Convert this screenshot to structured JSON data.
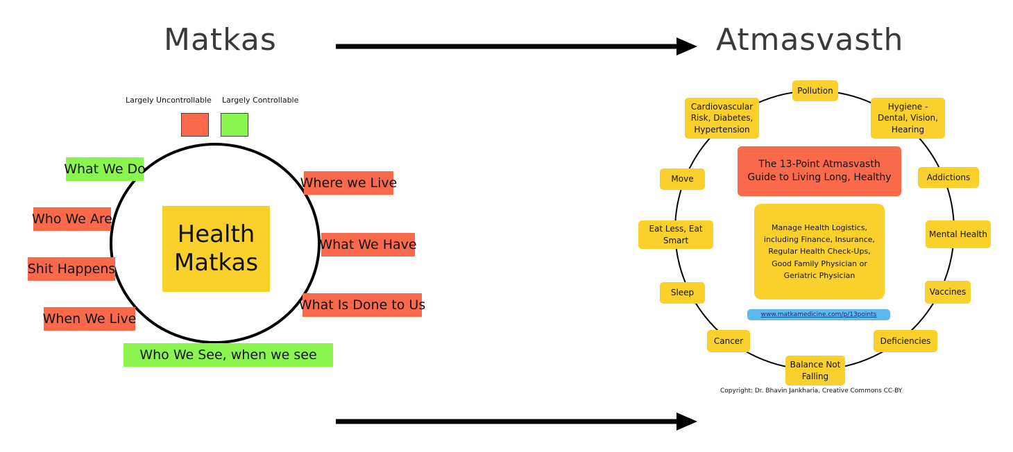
{
  "titles": {
    "left": "Matkas",
    "right": "Atmasvasth"
  },
  "legend": {
    "uncontrollable": {
      "label": "Largely Uncontrollable",
      "color": "#f96a4c"
    },
    "controllable": {
      "label": "Largely Controllable",
      "color": "#8af54f"
    }
  },
  "matkas": {
    "center_line1": "Health",
    "center_line2": "Matkas",
    "items": [
      {
        "label": "What We Do",
        "status": "controllable"
      },
      {
        "label": "Where we Live",
        "status": "uncontrollable"
      },
      {
        "label": "Who We Are",
        "status": "uncontrollable"
      },
      {
        "label": "What We Have",
        "status": "uncontrollable"
      },
      {
        "label": "Shit Happens",
        "status": "uncontrollable"
      },
      {
        "label": "What Is Done to Us",
        "status": "uncontrollable"
      },
      {
        "label": "When We Live",
        "status": "uncontrollable"
      },
      {
        "label": "Who We See, when we see",
        "status": "controllable"
      }
    ]
  },
  "atmasvasth": {
    "guide_title": "The 13-Point Atmasvasth Guide to Living Long, Healthy",
    "guide_body": "Manage Health Logistics, including Finance, Insurance, Regular Health Check-Ups, Good Family Physician or Geriatric Physician",
    "link": "www.matkamedicine.com/p/13points",
    "nodes": [
      {
        "label": "Pollution"
      },
      {
        "label": "Hygiene - Dental, Vision, Hearing"
      },
      {
        "label": "Addictions"
      },
      {
        "label": "Mental Health"
      },
      {
        "label": "Vaccines"
      },
      {
        "label": "Deficiencies"
      },
      {
        "label": "Balance Not Falling"
      },
      {
        "label": "Cancer"
      },
      {
        "label": "Sleep"
      },
      {
        "label": "Eat Less, Eat Smart"
      },
      {
        "label": "Move"
      },
      {
        "label": "Cardiovascular Risk, Diabetes, Hypertension"
      }
    ],
    "copyright": "Copyright: Dr. Bhavin Jankharia, Creative Commons CC-BY"
  },
  "colors": {
    "node_yellow": "#fad02c",
    "link_blue": "#5db8f0"
  }
}
